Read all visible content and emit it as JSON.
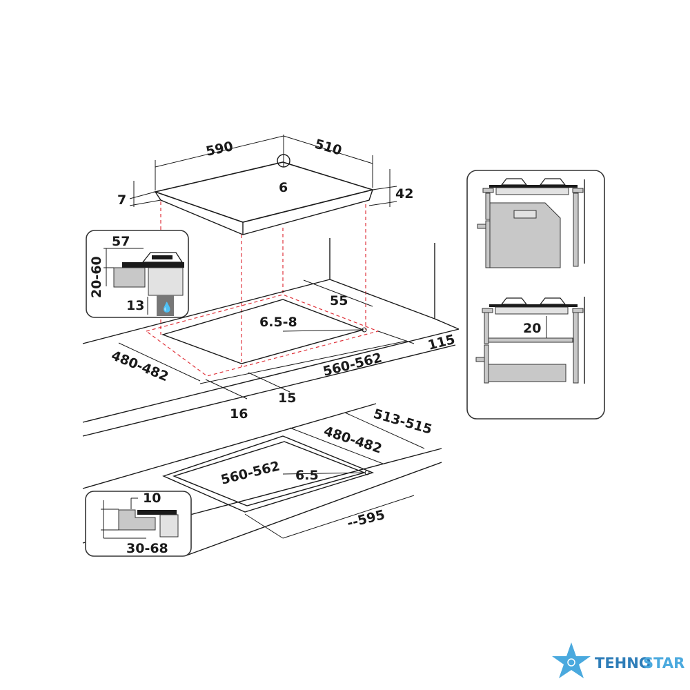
{
  "hob": {
    "width": "590",
    "depth": "510",
    "gas_inlet": "6",
    "glass_thickness": "7",
    "height": "42"
  },
  "inset_side": {
    "clearance": "57",
    "top_thickness": "20-60",
    "gap": "13"
  },
  "cutout": {
    "rear": "55",
    "corner_radius": "6.5-8",
    "wall_distance": "115",
    "depth": "480-482",
    "width": "560-562",
    "front_min": "15",
    "front": "16"
  },
  "flush": {
    "outer_depth": "513-515",
    "depth": "480-482",
    "width": "560-562",
    "radius": "6.5",
    "outer_width": "--595"
  },
  "inset_flush": {
    "step": "10",
    "top_thickness": "30-68"
  },
  "inset_oven": {
    "gap": "20"
  },
  "logo": {
    "part1": "TEHNO",
    "part2": "STAR",
    "colors": {
      "dark": "#2e7db8",
      "light": "#4aa9de"
    }
  }
}
